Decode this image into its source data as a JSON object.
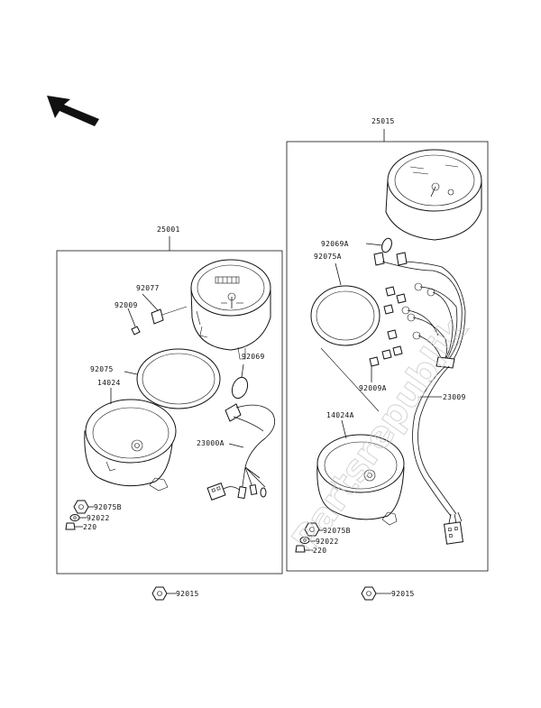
{
  "watermark": "Partsrepublik",
  "left_assembly": {
    "assembly_number": "25001",
    "labels": {
      "p92077": "92077",
      "p92009": "92009",
      "p92075": "92075",
      "p14024": "14024",
      "p92069": "92069",
      "p23000a": "23000A",
      "p92075b": "92075B",
      "p92022": "92022",
      "p220": "220"
    },
    "outside_label": "92015"
  },
  "right_assembly": {
    "assembly_number": "25015",
    "labels": {
      "p92069a": "92069A",
      "p92075a": "92075A",
      "p92009a": "92009A",
      "p23009": "23009",
      "p14024a": "14024A",
      "p92075b": "92075B",
      "p92022": "92022",
      "p220": "220"
    },
    "outside_label": "92015"
  },
  "colors": {
    "line": "#111111",
    "background": "#ffffff",
    "watermark": "#c9c9c9"
  },
  "icons": {
    "direction_arrow": "arrow-up-left-icon"
  }
}
